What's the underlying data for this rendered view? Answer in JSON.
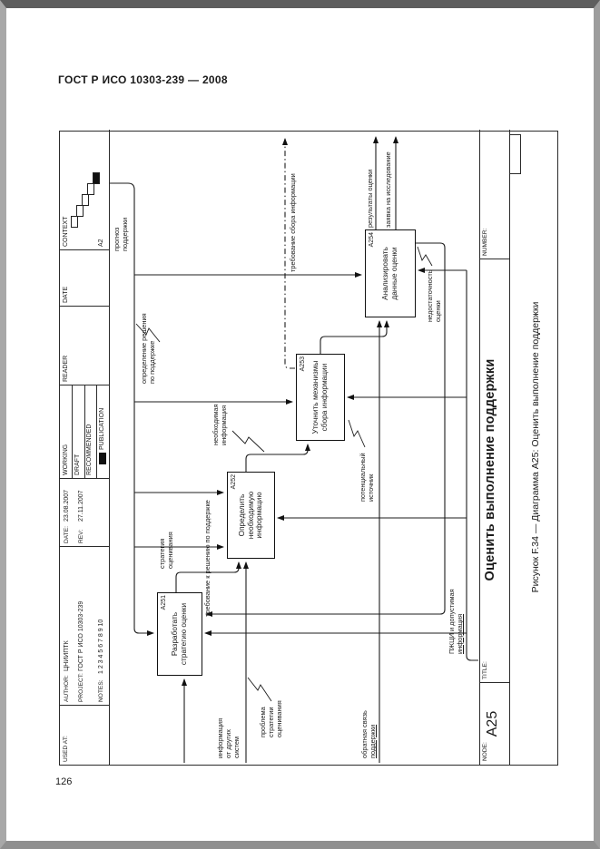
{
  "page": {
    "header": "ГОСТ Р ИСО 10303-239 — 2008",
    "page_number": "126"
  },
  "figure": {
    "caption": "Рисунок F.34 — Диаграмма А25: Оценить выполнение поддержки"
  },
  "titleblock": {
    "used_at_label": "USED AT:",
    "author_label": "AUTHOR:",
    "author": "ЦНИИПТК",
    "project_label": "PROJECT:",
    "project": "ГОСТ Р ИСО 10303-239",
    "notes_label": "NOTES:",
    "notes": "1  2  3  4  5  6  7  8  9  10",
    "date_label": "DATE:",
    "date": "23.08.2007",
    "rev_label": "REV:",
    "rev": "27.11.2007",
    "working": "WORKING",
    "draft": "DRAFT",
    "recommended": "RECOMMENDED",
    "publication": "PUBLICATION",
    "reader": "READER",
    "date2": "DATE",
    "context": "CONTEXT",
    "context_node": "A2",
    "node_label": "NODE:",
    "node": "A25",
    "title_label": "TITLE:",
    "title": "Оценить выполнение поддержки",
    "number_label": "NUMBER:"
  },
  "boxes": [
    {
      "name": "Разработать стратегию оценки",
      "number": "A251"
    },
    {
      "name": "Определить необходимую информацию",
      "number": "A252"
    },
    {
      "name": "Уточнить механизмы сбора информации",
      "number": "A253"
    },
    {
      "name": "Анализировать данные оценки",
      "number": "A254"
    }
  ],
  "labels": {
    "prognoz": "прогноз\nподдержки",
    "opredelenie": "определение решения\nпо поддержке",
    "trebovanie_resheniyu": "требование к решению по поддержке",
    "informatsiya_drugikh": "информация\nот других\nсистем",
    "problema": "проблема\nстратегии\nоценивания",
    "obratnaya_1": "обратная связь",
    "obratnaya_2": "поддержки",
    "pzhtsi_1": "ПЖЦИ и допустимая",
    "pzhtsi_2": "информация",
    "strategiya": "стратегия\nоценивания",
    "neobkhodimaya": "необходимая\nинформация",
    "potentsialnyy": "потенциальный\nисточник",
    "nedostatochnost": "недостаточность\nоценки",
    "trebovanie_sbora": "требование сбора информации",
    "rezultaty": "результаты оценки",
    "zayavka": "заявка на исследование"
  },
  "colors": {
    "ink": "#1a1a1a",
    "paper": "#ffffff"
  }
}
